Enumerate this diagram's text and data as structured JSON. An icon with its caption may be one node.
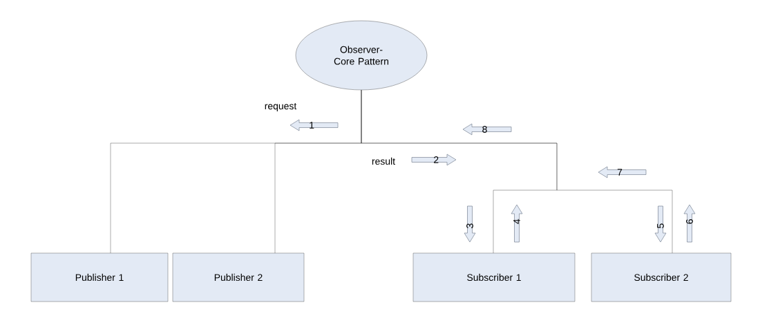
{
  "diagram": {
    "nodes": [
      {
        "text": [
          "Observer-Core Pattern"
        ]
      },
      {
        "text": [
          "Publisher 1"
        ]
      },
      {
        "text": [
          "Publisher 2"
        ]
      },
      {
        "text": [
          "Subscriber 1"
        ]
      },
      {
        "text": [
          "Subscriber 2"
        ]
      }
    ],
    "edges": [
      {
        "from": 0,
        "to": 1,
        "arrow": "none"
      },
      {
        "from": 0,
        "to": 2,
        "arrow": "none"
      },
      {
        "from": 0,
        "to": 3,
        "arrow": "none"
      },
      {
        "from": 0,
        "to": 4,
        "arrow": "none"
      }
    ],
    "labels": [
      "request",
      "1",
      "8",
      "result",
      "2",
      "7",
      "3",
      "4",
      "5",
      "6"
    ]
  }
}
